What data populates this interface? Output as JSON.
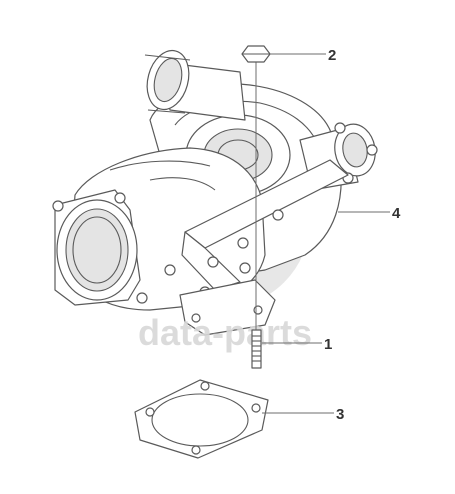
{
  "watermark": {
    "text": "data-parts",
    "color": "#d6d6d6"
  },
  "callouts": [
    {
      "label": "1",
      "part": "stud"
    },
    {
      "label": "2",
      "part": "nut"
    },
    {
      "label": "3",
      "part": "gasket"
    },
    {
      "label": "4",
      "part": "bracket"
    }
  ],
  "colors": {
    "line": "#5a5a5a",
    "text": "#333333",
    "background": "#ffffff"
  }
}
